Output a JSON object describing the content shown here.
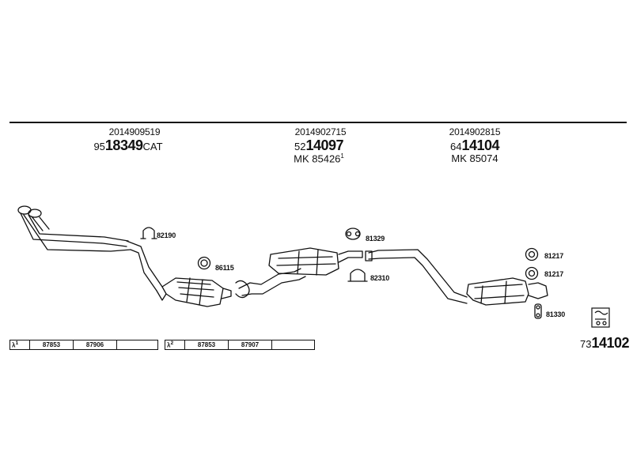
{
  "header_columns": [
    {
      "ref": "2014909519",
      "prefix": "95",
      "part": "18349",
      "suffix": "CAT",
      "mk": "",
      "mk_sup": ""
    },
    {
      "ref": "2014902715",
      "prefix": "52",
      "part": "14097",
      "suffix": "",
      "mk": "MK  85426",
      "mk_sup": "1"
    },
    {
      "ref": "2014902815",
      "prefix": "64",
      "part": "14104",
      "suffix": "",
      "mk": "MK  85074",
      "mk_sup": ""
    }
  ],
  "part_labels": {
    "clamp_82190": "82190",
    "ring_86115": "86115",
    "hanger_81329": "81329",
    "clamp_82310": "82310",
    "ring_81217_a": "81217",
    "ring_81217_b": "81217",
    "hanger_81330": "81330"
  },
  "lambda_tables": [
    {
      "symbol": "λ",
      "sup": "1",
      "cells": [
        "87853",
        "87906",
        ""
      ]
    },
    {
      "symbol": "λ",
      "sup": "2",
      "cells": [
        "87853",
        "87907",
        ""
      ]
    }
  ],
  "kit_number": {
    "prefix": "73",
    "main": "14102"
  }
}
